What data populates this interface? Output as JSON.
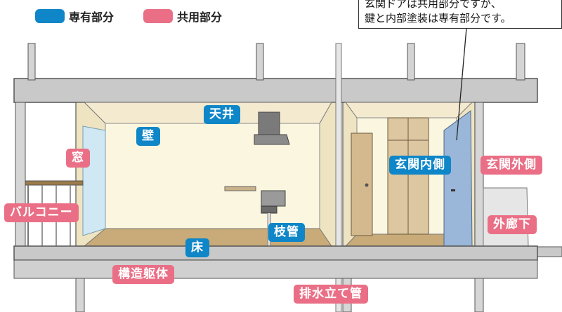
{
  "legend": {
    "exclusive": {
      "label": "専有部分",
      "color": "#0e86c8"
    },
    "common": {
      "label": "共用部分",
      "color": "#ea6f86"
    }
  },
  "callout": {
    "line1": "玄関ドアは共用部分ですが、",
    "line2": "鍵と内部塗装は専有部分です。"
  },
  "labels": {
    "ceiling": "天井",
    "wall": "壁",
    "window": "窓",
    "balcony": "バルコニー",
    "floor": "床",
    "structure": "構造躯体",
    "branch_pipe": "枝管",
    "drain_riser": "排水立て管",
    "entrance_inside": "玄関内側",
    "entrance_outside": "玄関外側",
    "outer_corridor": "外廊下"
  }
}
